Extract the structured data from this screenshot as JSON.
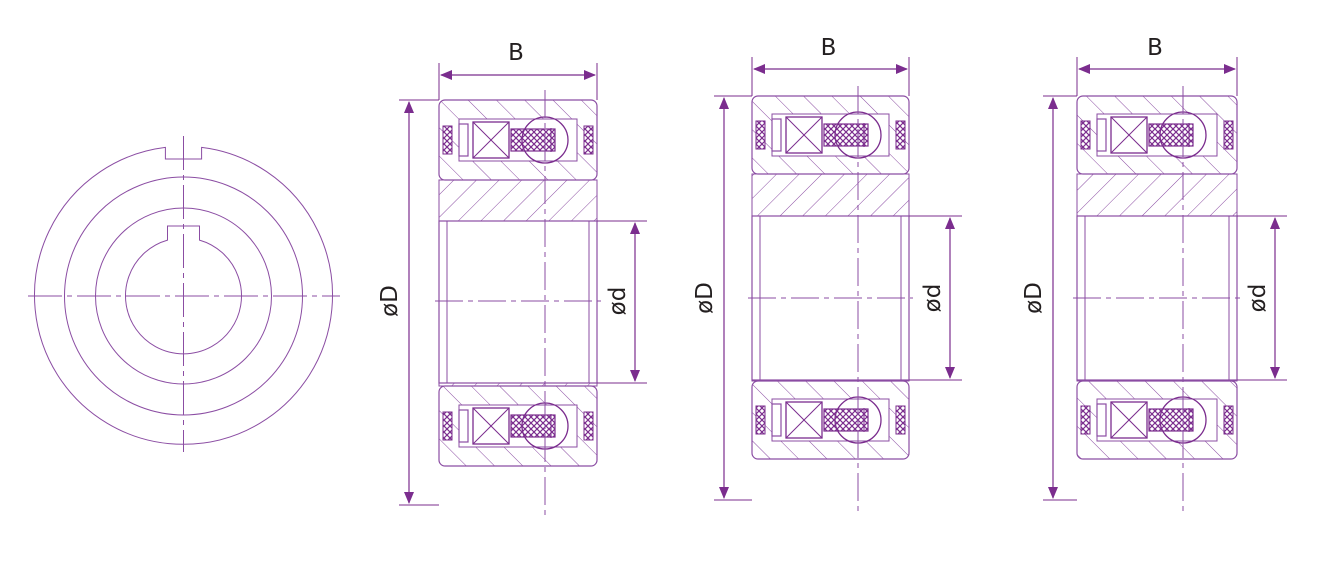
{
  "colors": {
    "outline": "#8b4da3",
    "purple": "#7b2d8e",
    "text": "#231f20",
    "background": "#ffffff"
  },
  "views": [
    {
      "label_width": "B",
      "label_outer": "øD",
      "label_inner": "ød"
    },
    {
      "label_width": "B",
      "label_outer": "øD",
      "label_inner": "ød"
    },
    {
      "label_width": "B",
      "label_outer": "øD",
      "label_inner": "ød"
    }
  ]
}
